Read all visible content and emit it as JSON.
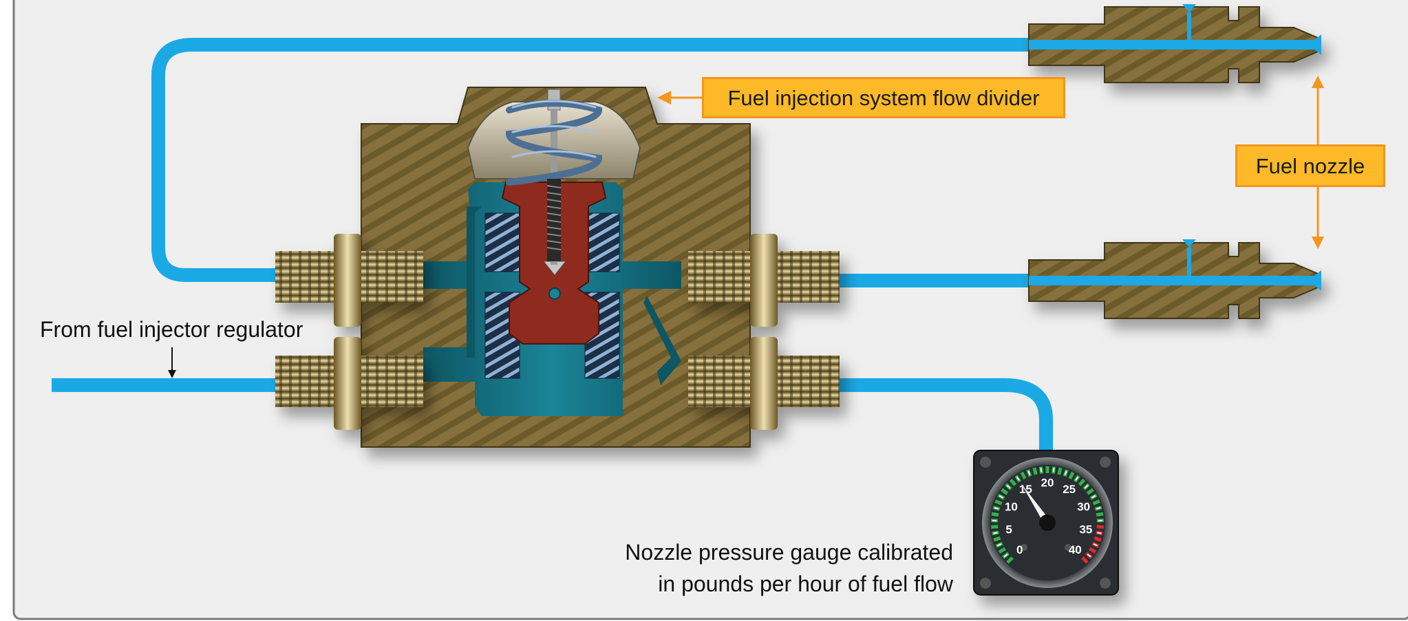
{
  "labels": {
    "flow_divider": "Fuel injection system flow divider",
    "fuel_nozzle": "Fuel nozzle",
    "from_regulator": "From fuel injector regulator",
    "gauge_caption_line1": "Nozzle pressure gauge calibrated",
    "gauge_caption_line2": "in pounds per hour of fuel flow"
  },
  "gauge": {
    "scale_labels": [
      "0",
      "5",
      "10",
      "15",
      "20",
      "25",
      "30",
      "35",
      "40"
    ],
    "pointer_value": 15
  },
  "colors": {
    "fuel_line": "#1ba9e6",
    "callout_fill": "#fdb927",
    "callout_border": "#f7941d",
    "brass": "#7d6a3a",
    "chamber": "#146e7e",
    "valve": "#8e2a1e",
    "gauge_green": "#2fb34a",
    "gauge_red": "#e02a2a"
  }
}
